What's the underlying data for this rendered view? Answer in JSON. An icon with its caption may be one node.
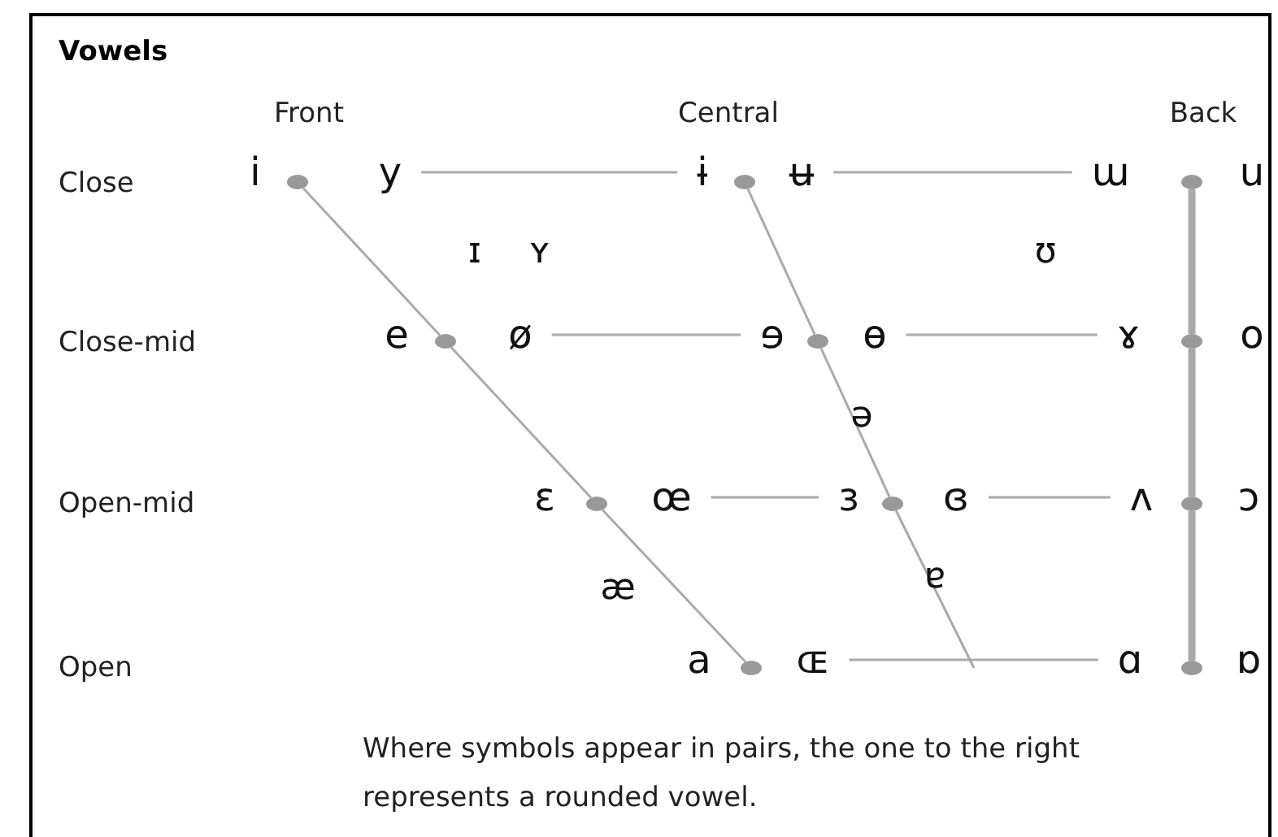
{
  "diagram": {
    "title": "Vowels",
    "caption": "Where symbols appear in pairs, the one to the right represents a rounded vowel.",
    "nodes": [
      {
        "text": [
          "i"
        ]
      },
      {
        "text": [],
        "shape": "circle"
      },
      {
        "text": [
          "y"
        ]
      },
      {
        "text": [
          "ɨ"
        ]
      },
      {
        "text": [],
        "shape": "circle"
      },
      {
        "text": [
          "ʉ"
        ]
      },
      {
        "text": [
          "ɯ"
        ]
      },
      {
        "text": [],
        "shape": "circle"
      },
      {
        "text": [
          "u"
        ]
      },
      {
        "text": [
          "e"
        ]
      },
      {
        "text": [],
        "shape": "circle"
      },
      {
        "text": [
          "ø"
        ]
      },
      {
        "text": [
          "ɘ"
        ]
      },
      {
        "text": [],
        "shape": "circle"
      },
      {
        "text": [
          "ɵ"
        ]
      },
      {
        "text": [
          "ɤ"
        ]
      },
      {
        "text": [],
        "shape": "circle"
      },
      {
        "text": [
          "o"
        ]
      },
      {
        "text": [
          "ɛ"
        ]
      },
      {
        "text": [],
        "shape": "circle"
      },
      {
        "text": [
          "œ"
        ]
      },
      {
        "text": [
          "ɜ"
        ]
      },
      {
        "text": [],
        "shape": "circle"
      },
      {
        "text": [
          "ɞ"
        ]
      },
      {
        "text": [
          "ʌ"
        ]
      },
      {
        "text": [],
        "shape": "circle"
      },
      {
        "text": [
          "ɔ"
        ]
      },
      {
        "text": [
          "a"
        ]
      },
      {
        "text": [],
        "shape": "circle"
      },
      {
        "text": [
          "ɶ"
        ]
      },
      {
        "text": [
          "ɑ"
        ]
      },
      {
        "text": [],
        "shape": "circle"
      },
      {
        "text": [
          "ɒ"
        ]
      }
    ],
    "edges": [
      {
        "from": 1,
        "to": 10,
        "arrow": "none"
      },
      {
        "from": 10,
        "to": 19,
        "arrow": "none"
      },
      {
        "from": 19,
        "to": 28,
        "arrow": "none"
      },
      {
        "from": 4,
        "to": 13,
        "arrow": "none"
      },
      {
        "from": 13,
        "to": 22,
        "arrow": "none"
      },
      {
        "from": 22,
        "to": null,
        "arrow": "none"
      },
      {
        "from": 7,
        "to": 16,
        "arrow": "none",
        "style": "thick"
      },
      {
        "from": 16,
        "to": 25,
        "arrow": "none",
        "style": "thick"
      },
      {
        "from": 25,
        "to": 31,
        "arrow": "none",
        "style": "thick"
      },
      {
        "from": 2,
        "to": 3,
        "arrow": "none"
      },
      {
        "from": 5,
        "to": 6,
        "arrow": "none"
      },
      {
        "from": 11,
        "to": 12,
        "arrow": "none"
      },
      {
        "from": 14,
        "to": 15,
        "arrow": "none"
      },
      {
        "from": 20,
        "to": 21,
        "arrow": "none"
      },
      {
        "from": 23,
        "to": 24,
        "arrow": "none"
      },
      {
        "from": 29,
        "to": 30,
        "arrow": "none"
      }
    ],
    "labels": [
      "Front",
      "Central",
      "Back",
      "Close",
      "ɪ",
      "ʏ",
      "ʊ",
      "Close-mid",
      "ə",
      "Open-mid",
      "æ",
      "ɐ",
      "Open"
    ]
  }
}
